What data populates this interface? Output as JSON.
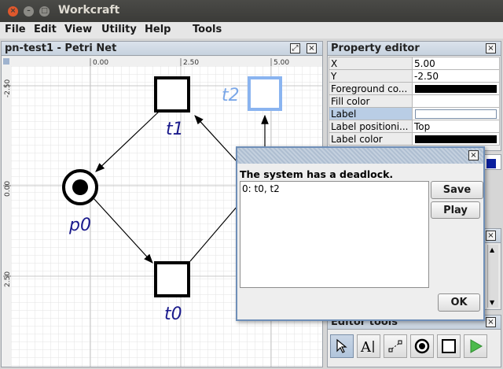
{
  "window": {
    "title": "Workcraft"
  },
  "menu": [
    "File",
    "Edit",
    "View",
    "Utility",
    "Help",
    "Tools"
  ],
  "editor": {
    "tab_title": "pn-test1 - Petri Net",
    "ruler_top": [
      "0.00",
      "2.50",
      "5.00"
    ],
    "ruler_left": [
      "-2.50",
      "0.00",
      "2.50"
    ],
    "places": [
      {
        "label": "p0",
        "tokens": 1
      }
    ],
    "transitions": [
      {
        "label": "t1",
        "selected": false
      },
      {
        "label": "t2",
        "selected": true
      },
      {
        "label": "t0",
        "selected": false
      }
    ],
    "colors": {
      "node": "#000000",
      "label": "#1a1a8c",
      "selected": "#8ab4f0",
      "selected_label": "#7aa7e8"
    }
  },
  "property_editor": {
    "title": "Property editor",
    "rows": [
      {
        "key": "X",
        "value": "5.00",
        "type": "text"
      },
      {
        "key": "Y",
        "value": "-2.50",
        "type": "text"
      },
      {
        "key": "Foreground co...",
        "value": "#000000",
        "type": "color"
      },
      {
        "key": "Fill color",
        "value": "",
        "type": "text"
      },
      {
        "key": "Label",
        "value": "",
        "type": "input"
      },
      {
        "key": "Label positioni...",
        "value": "Top",
        "type": "text"
      },
      {
        "key": "Label color",
        "value": "#000000",
        "type": "color"
      }
    ]
  },
  "editor_tools": {
    "title": "Editor tools",
    "tools": [
      "select-tool",
      "text-tool",
      "connect-tool",
      "place-tool",
      "transition-tool",
      "simulation-tool"
    ]
  },
  "dialog": {
    "message": "The system has a deadlock.",
    "trace": [
      "0: t0, t2"
    ],
    "save_label": "Save",
    "play_label": "Play",
    "ok_label": "OK"
  }
}
